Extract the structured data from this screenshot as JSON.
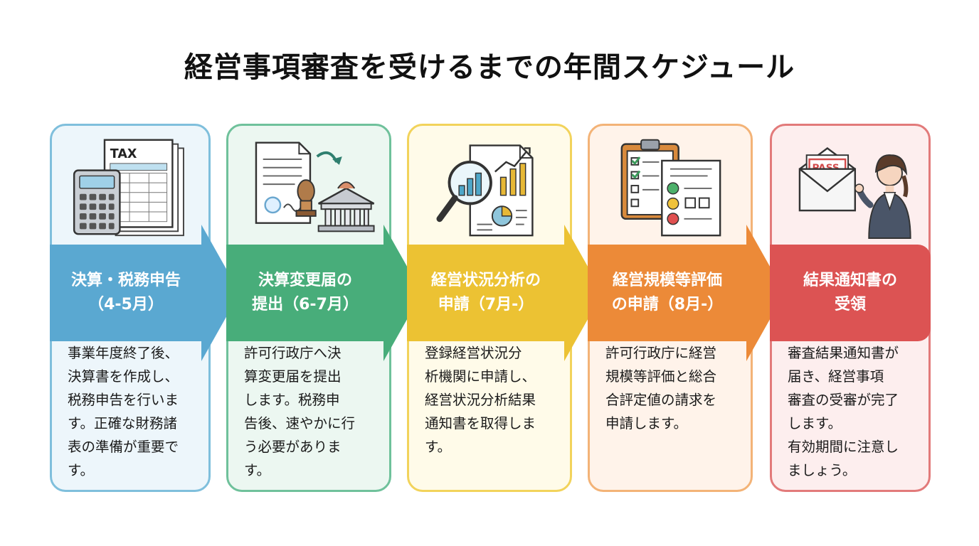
{
  "title": "経営事項審査を受けるまでの年間スケジュール",
  "colors": {
    "step1": "#5aa8d1",
    "step2": "#48ad7a",
    "step3": "#ecc233",
    "step4": "#ec8a38",
    "step5": "#dc5353"
  },
  "illustration_text": {
    "tax": "TAX",
    "pass": "PASS"
  },
  "steps": [
    {
      "label": "決算・税務申告\n（4-5月）",
      "description": "事業年度終了後、\n決算書を作成し、\n税務申告を行いま\nす。正確な財務諸\n表の準備が重要で\nす。",
      "icon": "calculator-tax-form-icon"
    },
    {
      "label": "決算変更届の\n提出（6-7月）",
      "description": "許可行政庁へ決\n算変更届を提出\nします。税務申\n告後、速やかに行\nう必要がありま\nす。",
      "icon": "document-stamp-government-icon"
    },
    {
      "label": "経営状況分析の\n申請（7月-）",
      "description": "登録経営状況分\n析機関に申請し、\n経営状況分析結果\n通知書を取得しま\nす。",
      "icon": "magnifier-chart-icon"
    },
    {
      "label": "経営規模等評価\nの申請（8月-）",
      "description": "許可行政庁に経営\n規模等評価と総合\n合評定値の請求を\n申請します。",
      "icon": "clipboard-checklist-icon"
    },
    {
      "label": "結果通知書の\n受領",
      "description": "審査結果通知書が\n届き、経営事項\n審査の受審が完了\nします。\n有効期間に注意し\nましょう。",
      "icon": "envelope-pass-person-icon"
    }
  ]
}
